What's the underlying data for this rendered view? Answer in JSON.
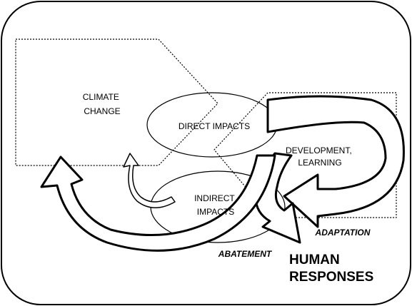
{
  "labels": {
    "climate_change": [
      "CLIMATE",
      "CHANGE"
    ],
    "direct_impacts": "DIRECT IMPACTS",
    "indirect_impacts": [
      "INDIRECT",
      "IMPACTS"
    ],
    "development_learning": [
      "DEVELOPMENT,",
      "LEARNING"
    ],
    "adaptation": "ADAPTATION",
    "abatement": "ABATEMENT",
    "human_responses": [
      "HUMAN",
      "RESPONSES"
    ]
  }
}
